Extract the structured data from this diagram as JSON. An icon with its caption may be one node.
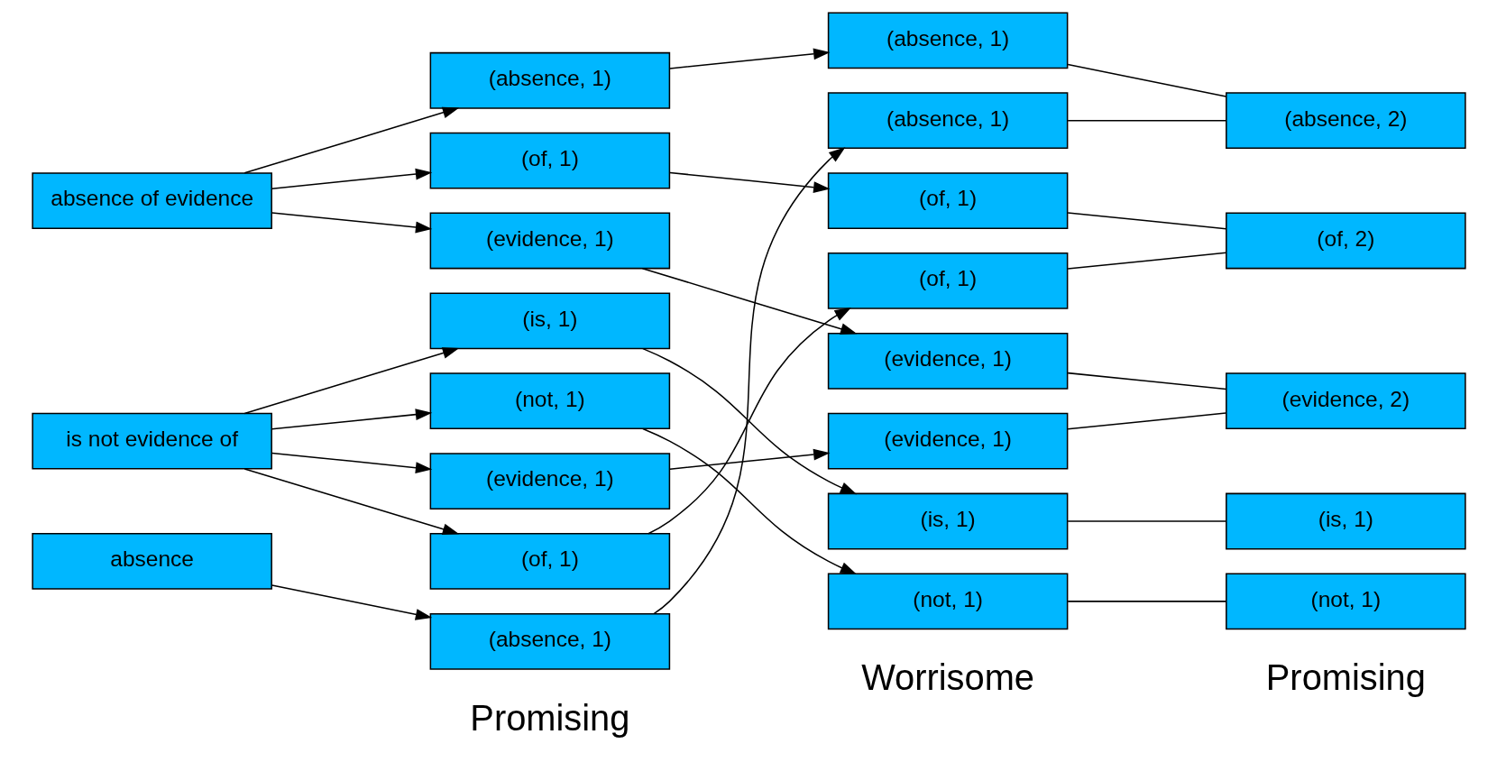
{
  "diagram": {
    "nodes": [
      {
        "text": [
          "absence of evidence"
        ]
      },
      {
        "text": [
          "is not evidence of"
        ]
      },
      {
        "text": [
          "absence"
        ]
      },
      {
        "text": [
          "(absence, 1)"
        ]
      },
      {
        "text": [
          "(of, 1)"
        ]
      },
      {
        "text": [
          "(evidence, 1)"
        ]
      },
      {
        "text": [
          "(is, 1)"
        ]
      },
      {
        "text": [
          "(not, 1)"
        ]
      },
      {
        "text": [
          "(evidence, 1)"
        ]
      },
      {
        "text": [
          "(of, 1)"
        ]
      },
      {
        "text": [
          "(absence, 1)"
        ]
      },
      {
        "text": [
          "(absence, 1)"
        ]
      },
      {
        "text": [
          "(absence, 1)"
        ]
      },
      {
        "text": [
          "(of, 1)"
        ]
      },
      {
        "text": [
          "(of, 1)"
        ]
      },
      {
        "text": [
          "(evidence, 1)"
        ]
      },
      {
        "text": [
          "(evidence, 1)"
        ]
      },
      {
        "text": [
          "(is, 1)"
        ]
      },
      {
        "text": [
          "(not, 1)"
        ]
      },
      {
        "text": [
          "(absence, 2)"
        ]
      },
      {
        "text": [
          "(of, 2)"
        ]
      },
      {
        "text": [
          "(evidence, 2)"
        ]
      },
      {
        "text": [
          "(is, 1)"
        ]
      },
      {
        "text": [
          "(not, 1)"
        ]
      }
    ],
    "edges": [
      {
        "from": 0,
        "to": 3,
        "arrow": "to"
      },
      {
        "from": 0,
        "to": 4,
        "arrow": "to"
      },
      {
        "from": 0,
        "to": 5,
        "arrow": "to"
      },
      {
        "from": 1,
        "to": 6,
        "arrow": "to"
      },
      {
        "from": 1,
        "to": 7,
        "arrow": "to"
      },
      {
        "from": 1,
        "to": 8,
        "arrow": "to"
      },
      {
        "from": 1,
        "to": 9,
        "arrow": "to"
      },
      {
        "from": 2,
        "to": 10,
        "arrow": "to"
      },
      {
        "from": 3,
        "to": 11,
        "arrow": "to"
      },
      {
        "from": 4,
        "to": 13,
        "arrow": "to"
      },
      {
        "from": 5,
        "to": 15,
        "arrow": "to"
      },
      {
        "from": 6,
        "to": 17,
        "arrow": "to"
      },
      {
        "from": 7,
        "to": 18,
        "arrow": "to"
      },
      {
        "from": 8,
        "to": 16,
        "arrow": "to"
      },
      {
        "from": 9,
        "to": 14,
        "arrow": "to"
      },
      {
        "from": 10,
        "to": 12,
        "arrow": "to"
      },
      {
        "from": 11,
        "to": 19,
        "arrow": "none"
      },
      {
        "from": 12,
        "to": 19,
        "arrow": "none"
      },
      {
        "from": 13,
        "to": 20,
        "arrow": "none"
      },
      {
        "from": 14,
        "to": 20,
        "arrow": "none"
      },
      {
        "from": 15,
        "to": 21,
        "arrow": "none"
      },
      {
        "from": 16,
        "to": 21,
        "arrow": "none"
      },
      {
        "from": 17,
        "to": 22,
        "arrow": "none"
      },
      {
        "from": 18,
        "to": 23,
        "arrow": "none"
      }
    ],
    "labels": [
      "Promising",
      "Worrisome",
      "Promising"
    ]
  }
}
